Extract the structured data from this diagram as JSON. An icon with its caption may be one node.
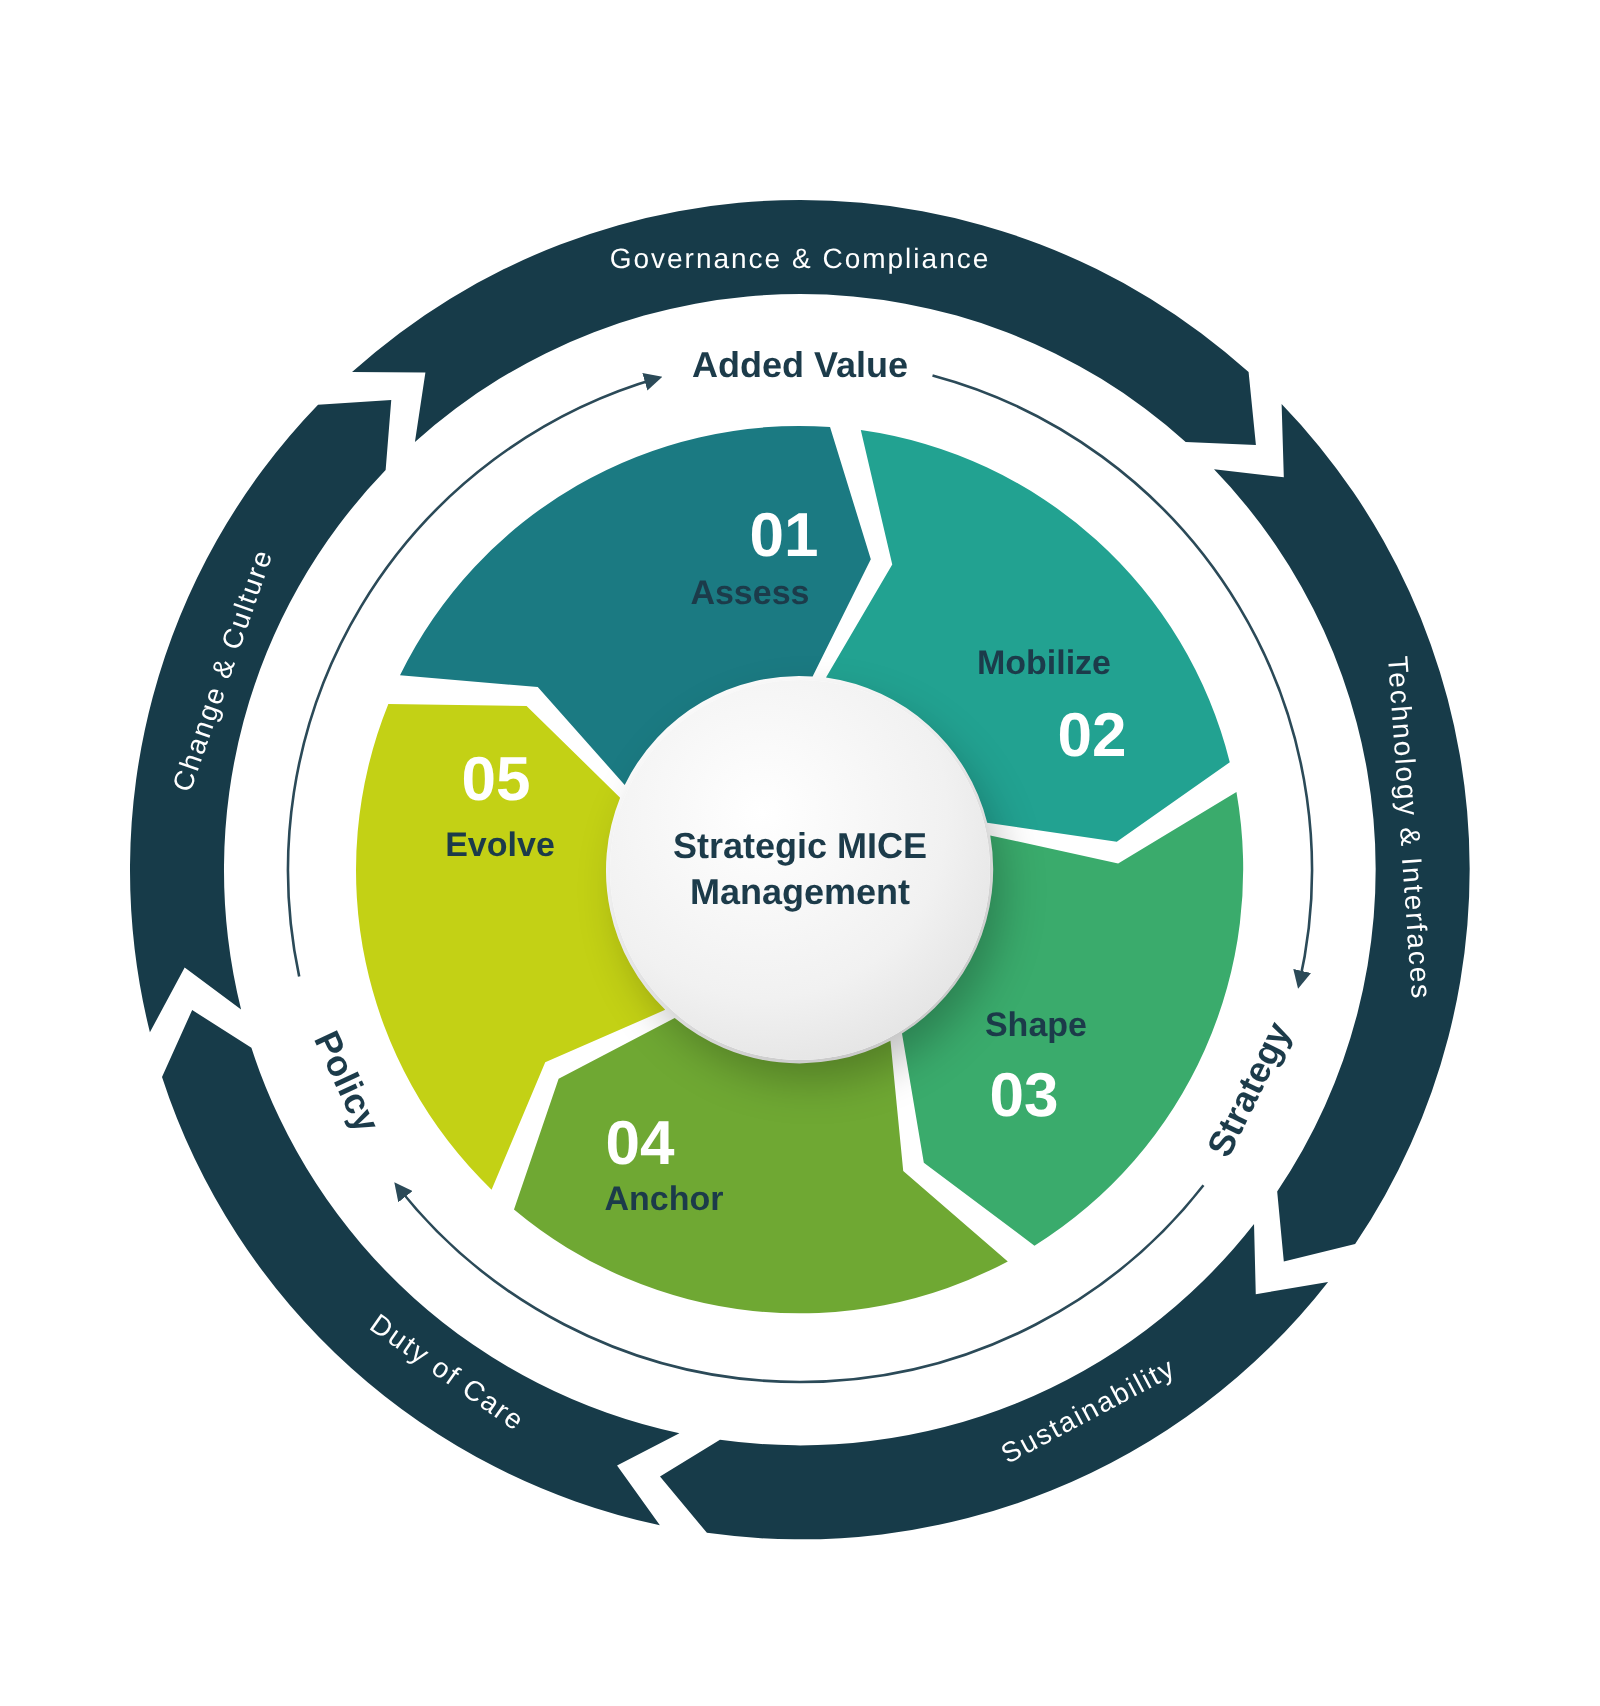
{
  "diagram": {
    "nodes": [
      {
        "text": [
          "Strategic MICE Management"
        ]
      },
      {
        "text": [
          "01",
          "Assess"
        ]
      },
      {
        "text": [
          "Mobilize",
          "02"
        ]
      },
      {
        "text": [
          "Shape",
          "03"
        ]
      },
      {
        "text": [
          "04",
          "Anchor"
        ]
      },
      {
        "text": [
          "05",
          "Evolve"
        ]
      },
      {
        "text": [
          "Governance & Compliance"
        ]
      },
      {
        "text": [
          "Technology & Interfaces"
        ]
      },
      {
        "text": [
          "Sustainability"
        ]
      },
      {
        "text": [
          "Duty of Care"
        ]
      },
      {
        "text": [
          "Change & Culture"
        ]
      }
    ],
    "labels": [
      "Added Value",
      "Strategy",
      "Policy"
    ]
  }
}
